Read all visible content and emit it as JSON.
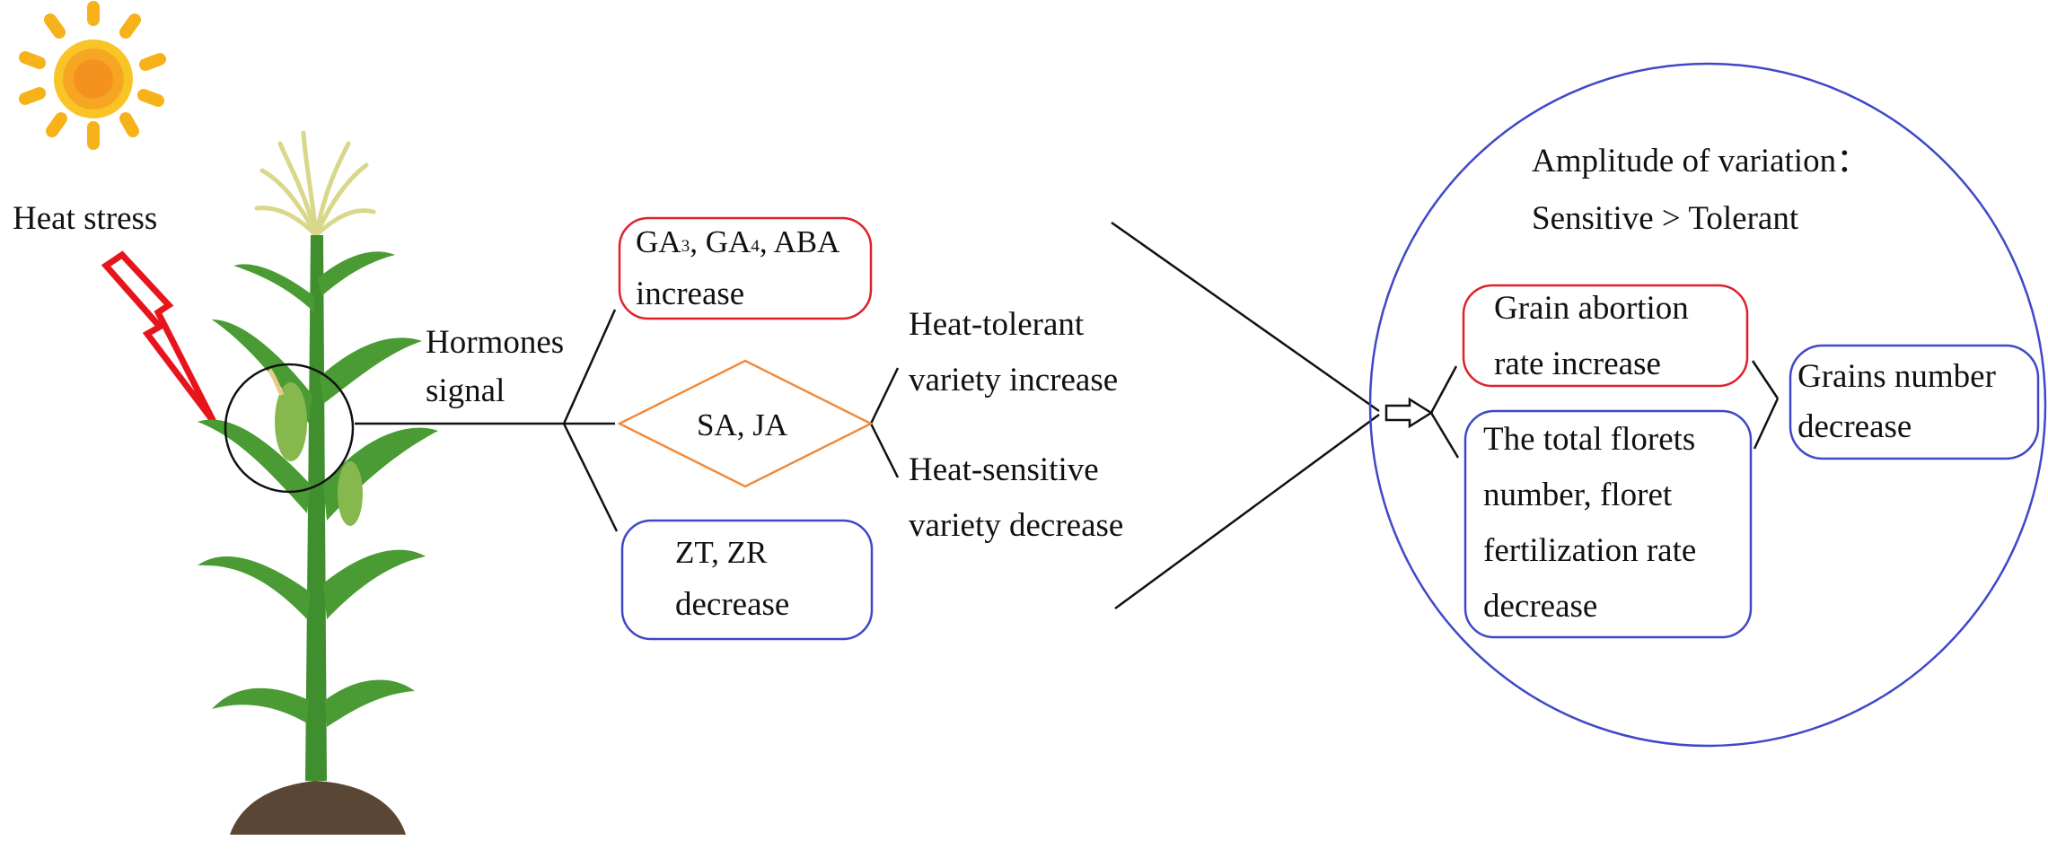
{
  "stress": {
    "label": "Heat stress"
  },
  "hormones": {
    "label_line1": "Hormones",
    "label_line2": "signal"
  },
  "ga_box": {
    "ga3_main": "GA",
    "ga3_sub": "3",
    "ga4_main": ", GA",
    "ga4_sub": "4",
    "aba": ", ABA",
    "line2": "increase",
    "border_color": "#e0202a"
  },
  "sa_box": {
    "label": "SA, JA",
    "border_color": "#f08a3c"
  },
  "zt_box": {
    "line1": "ZT, ZR",
    "line2": "decrease",
    "border_color": "#3f48c8"
  },
  "varieties": {
    "tolerant_line1": "Heat-tolerant",
    "tolerant_line2": "variety increase",
    "sensitive_line1": "Heat-sensitive",
    "sensitive_line2": "variety decrease"
  },
  "circle": {
    "amp_line1": "Amplitude of variation：",
    "amp_line2": "Sensitive > Tolerant",
    "border_color": "#3f48c8"
  },
  "abortion_box": {
    "line1": "Grain abortion",
    "line2": "rate increase",
    "border_color": "#e0202a"
  },
  "florets_box": {
    "line1": "The total florets",
    "line2": "number, floret",
    "line3": "fertilization rate",
    "line4": "decrease",
    "border_color": "#3f48c8"
  },
  "grains_box": {
    "line1": "Grains number",
    "line2": "decrease",
    "border_color": "#3f48c8"
  },
  "icons": [
    "sun-icon",
    "lightning-icon",
    "maize-plant-icon",
    "arrow-icon"
  ]
}
